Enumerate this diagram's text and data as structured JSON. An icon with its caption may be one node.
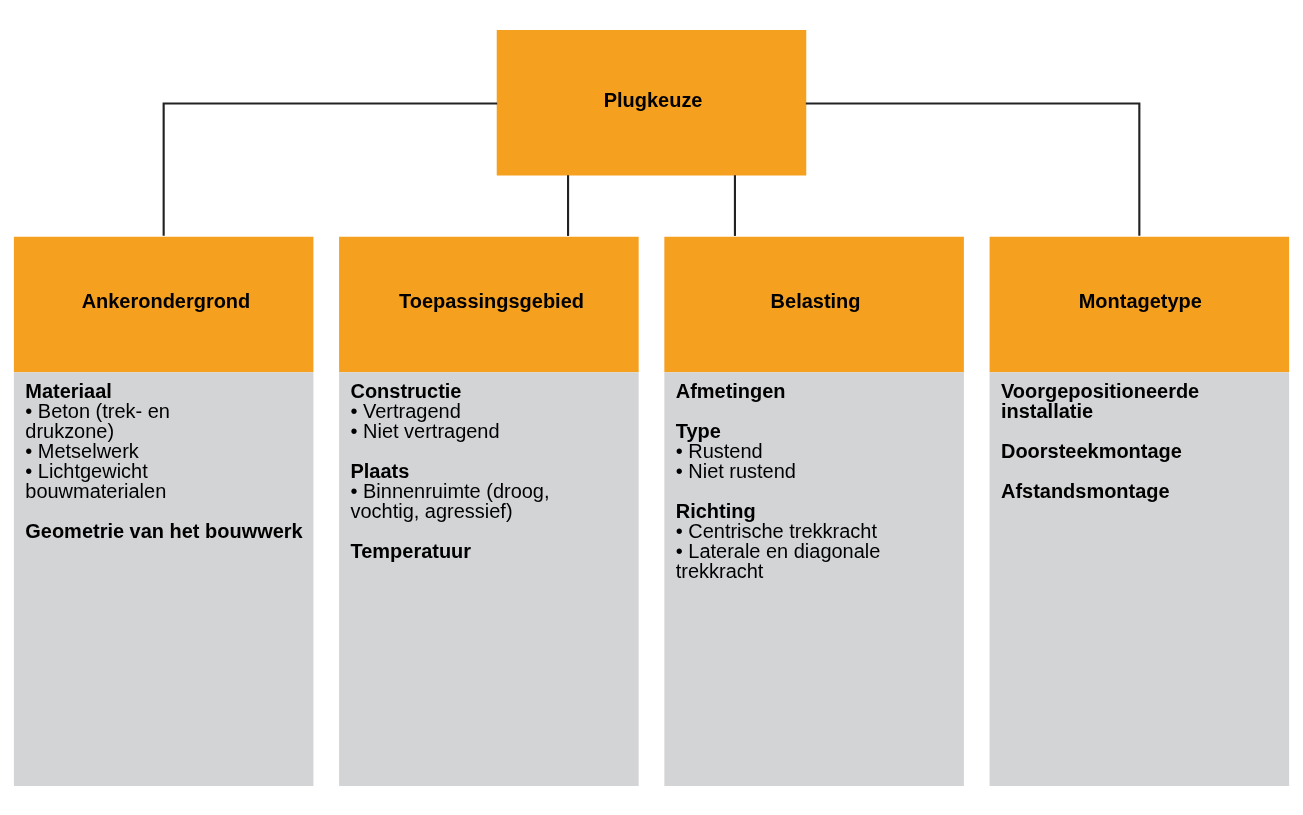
{
  "diagram": {
    "nodes": [
      {
        "text": [
          "Plugkeuze"
        ]
      },
      {
        "text": [
          "Ankerondergrond",
          "Materiaal",
          "• Beton (trek- en drukzone)",
          "• Metselwerk",
          "• Lichtgewicht bouwmaterialen",
          "Geometrie van het bouwwerk"
        ]
      },
      {
        "text": [
          "Toepassingsgebied",
          "Constructie",
          "• Vertragend",
          "• Niet vertragend",
          "Plaats",
          "• Binnenruimte (droog, vochtig, agressief)",
          "Temperatuur"
        ]
      },
      {
        "text": [
          "Belasting",
          "Afmetingen",
          "Type",
          "• Rustend",
          "• Niet rustend",
          "Richting",
          "• Centrische trekkracht",
          "• Laterale en diagonale trekkracht"
        ]
      },
      {
        "text": [
          "Montagetype",
          "Voorgepositioneerde installatie",
          "Doorsteekmontage",
          "Afstandsmontage"
        ]
      }
    ],
    "edges": [
      {
        "from": 0,
        "to": 1,
        "arrow": "none"
      },
      {
        "from": 0,
        "to": 2,
        "arrow": "none"
      },
      {
        "from": 0,
        "to": 3,
        "arrow": "none"
      },
      {
        "from": 0,
        "to": 4,
        "arrow": "none"
      }
    ]
  }
}
